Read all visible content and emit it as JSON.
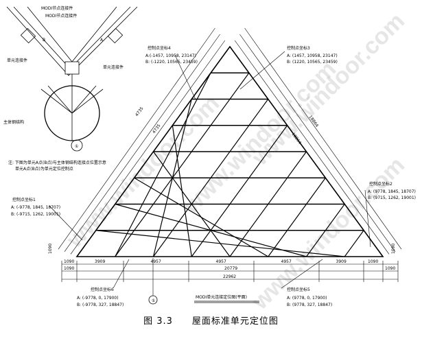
{
  "caption": {
    "figure": "图 3.3",
    "title": "屋面标准单元定位图"
  },
  "watermark": "www.windoor.com",
  "detail": {
    "labels": [
      "MODI节点连接件",
      "MODI节点连接件",
      "B",
      "A",
      "单元连接件",
      "单元连接件",
      "主体钢结构"
    ],
    "circle_tag": "①",
    "note_line1": "注: 下图为单元A点(B点)与主体钢结构连接点位置示意",
    "note_line2": "单元A点(B点)为单元定位控制点"
  },
  "callouts": [
    {
      "title": "控制点坐标4",
      "a": "A:(-1457, 10958, 23147)",
      "b": "B: (-1220, 10565, 23459)"
    },
    {
      "title": "控制点坐标3",
      "a": "A: (1457, 10958, 23147)",
      "b": "B: (1220, 10565, 23459)"
    },
    {
      "title": "控制点坐标1",
      "a": "A: (-9778, 1845, 18707)",
      "b": "B: (-9715, 1262, 19001)"
    },
    {
      "title": "控制点坐标2",
      "a": "A: (9778, 1845, 18707)",
      "b": "B: (9715, 1262, 19001)"
    },
    {
      "title": "控制点坐标6",
      "a": "A: (-9778, 0, 17900)",
      "b": "B: (-9778, 327, 18847)"
    },
    {
      "title": "控制点坐标5",
      "a": "A: (9778, 0, 17900)",
      "b": "B: (9778, 327, 18847)"
    }
  ],
  "dimensions": {
    "row1": [
      "1090",
      "3909",
      "4957",
      "4957",
      "4957",
      "3909",
      "1090"
    ],
    "row2": [
      "1090",
      "20779",
      "1090"
    ],
    "total": "22962",
    "side": [
      "1090",
      "1090"
    ],
    "slope": [
      "4735",
      "4735",
      "18864",
      "18864"
    ]
  },
  "plan_title": "MODI单元连接定位图(平面)",
  "axis_tag": "①"
}
